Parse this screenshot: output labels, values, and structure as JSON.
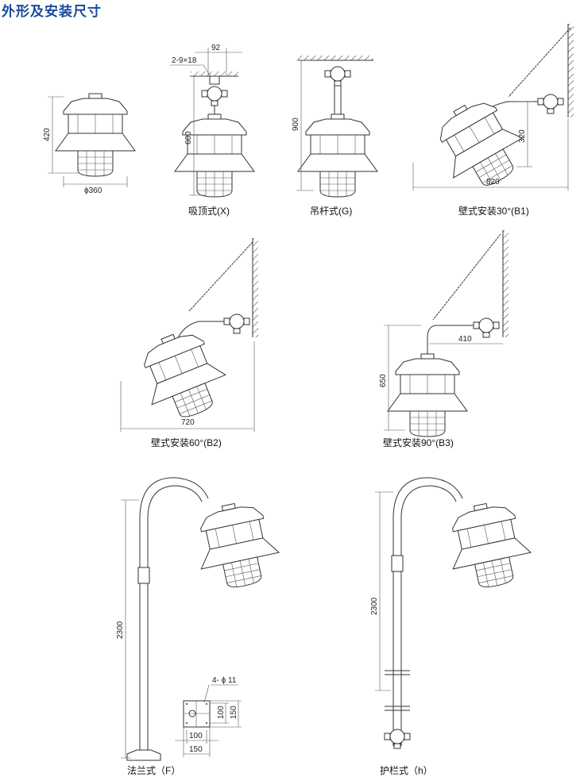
{
  "title": "外形及安装尺寸",
  "views": {
    "x": {
      "caption": "吸顶式(X)",
      "height": "420",
      "diameter": "ϕ360"
    },
    "pendant": {
      "width": "92",
      "holes": "2-9×18",
      "height": "600"
    },
    "g": {
      "caption": "吊杆式(G)",
      "height": "900"
    },
    "b1": {
      "caption": "壁式安装30°(B1)",
      "height": "320",
      "width": "820"
    },
    "b2": {
      "caption": "壁式安装60°(B2)",
      "width": "720"
    },
    "b3": {
      "caption": "壁式安装90°(B3)",
      "arm": "410",
      "height": "650"
    },
    "f": {
      "caption": "法兰式（F）",
      "height": "2300",
      "holes": "4- ϕ 11",
      "plate_inner": "100",
      "plate_outer": "150",
      "plate_inner_w": "100",
      "plate_outer_w": "150"
    },
    "h": {
      "caption": "护栏式（h）",
      "height": "2300"
    }
  }
}
